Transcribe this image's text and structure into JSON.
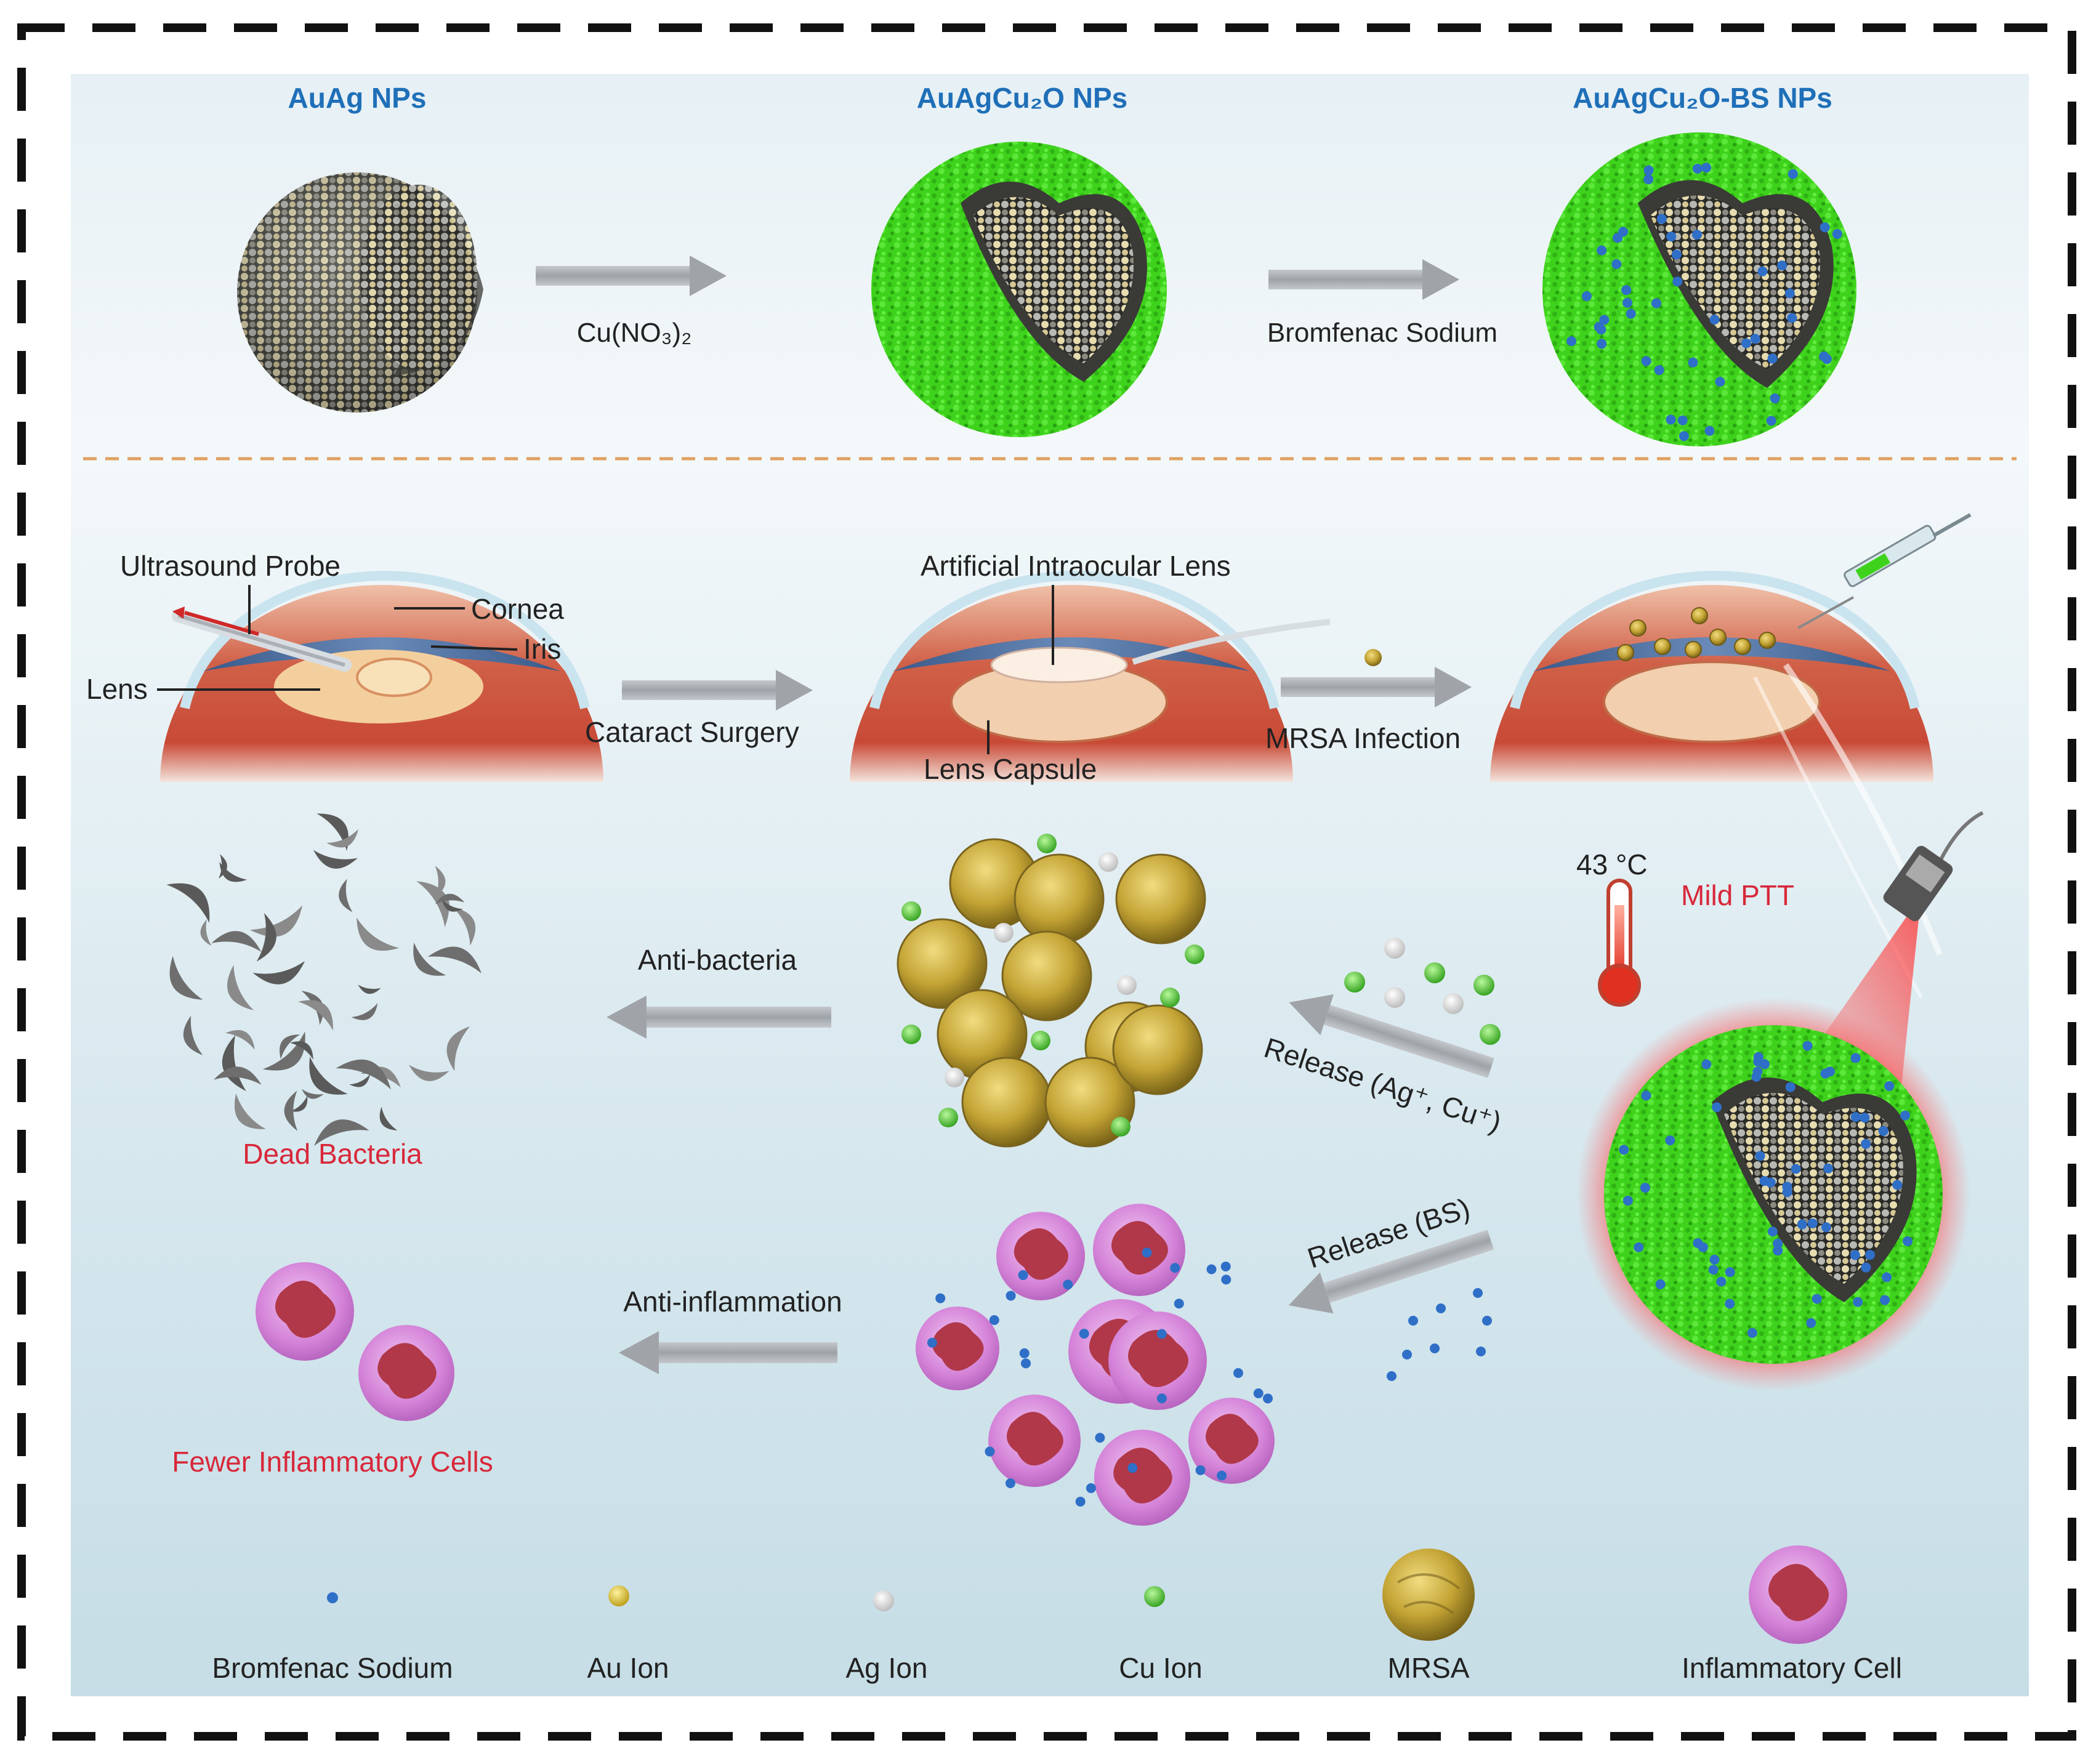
{
  "colors": {
    "title_blue": "#1f6fb8",
    "label_red": "#d8283a",
    "shell_green": "#3fd21c",
    "bs_dot_blue": "#2f6fc8",
    "au_gold": "#c9a63a",
    "ag_white": "#e8e8e8",
    "cu_green": "#58c83a",
    "mrsa_gold": "#b8a038",
    "cell_pink": "#d58ad8",
    "nucleus_red": "#b03848"
  },
  "synthesis": {
    "titles": [
      "AuAg NPs",
      "AuAgCu₂O NPs",
      "AuAgCu₂O-BS NPs"
    ],
    "arrow1_label": "Cu(NO₃)₂",
    "arrow2_label": "Bromfenac Sodium"
  },
  "surgery": {
    "eye1_labels": {
      "probe": "Ultrasound Probe",
      "cornea": "Cornea",
      "iris": "Iris",
      "lens": "Lens"
    },
    "arrow1_label": "Cataract Surgery",
    "eye2_labels": {
      "iol": "Artificial Intraocular Lens",
      "capsule": "Lens Capsule"
    },
    "arrow2_label": "MRSA Infection"
  },
  "treatment": {
    "temperature": "43 °C",
    "mild_ptt": "Mild PTT",
    "release_ions": "Release (Ag⁺, Cu⁺)",
    "release_bs": "Release (BS)",
    "anti_bacteria": "Anti-bacteria",
    "dead_bacteria": "Dead Bacteria",
    "anti_inflammation": "Anti-inflammation",
    "fewer_cells": "Fewer Inflammatory Cells"
  },
  "legend": [
    {
      "icon": "bromfenac-sodium-dot-icon",
      "label": "Bromfenac Sodium"
    },
    {
      "icon": "au-ion-icon",
      "label": "Au Ion"
    },
    {
      "icon": "ag-ion-icon",
      "label": "Ag Ion"
    },
    {
      "icon": "cu-ion-icon",
      "label": "Cu Ion"
    },
    {
      "icon": "mrsa-icon",
      "label": "MRSA"
    },
    {
      "icon": "inflammatory-cell-icon",
      "label": "Inflammatory Cell"
    }
  ]
}
